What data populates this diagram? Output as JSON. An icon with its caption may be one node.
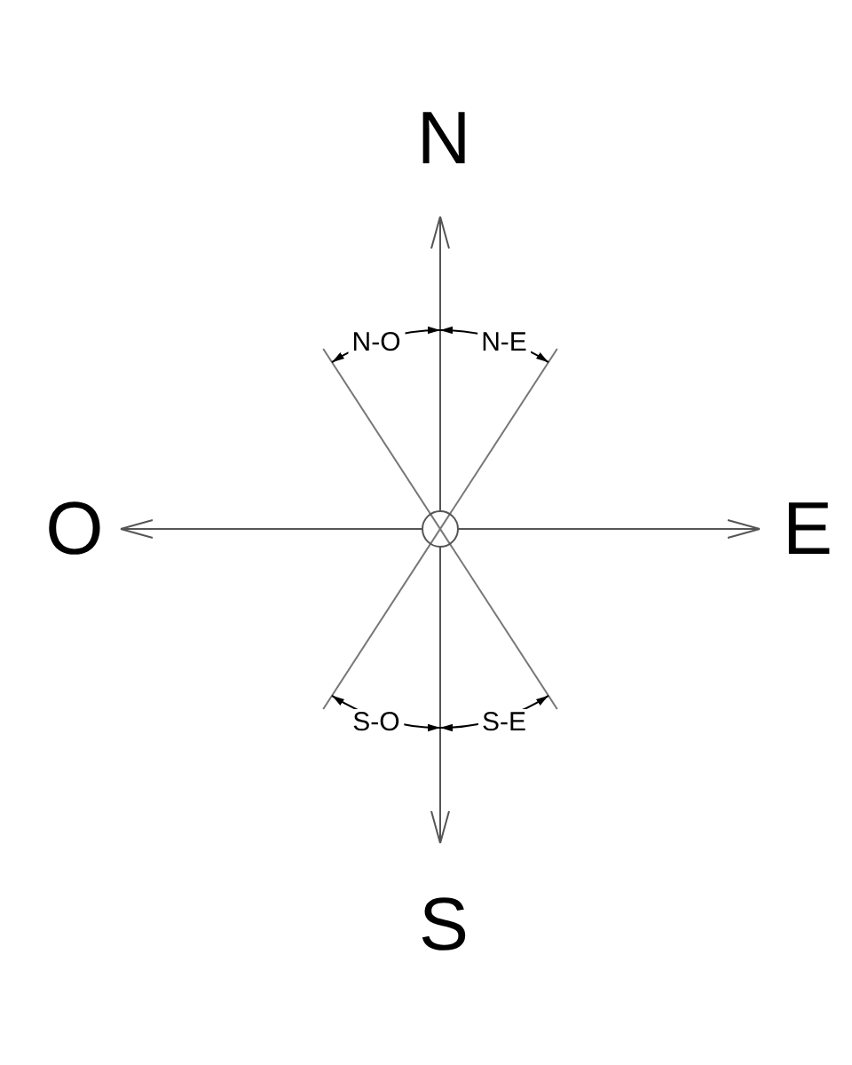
{
  "diagram": {
    "labels": [
      "N",
      "N-O",
      "N-E",
      "O",
      "E",
      "S-O",
      "S-E",
      "S"
    ]
  }
}
